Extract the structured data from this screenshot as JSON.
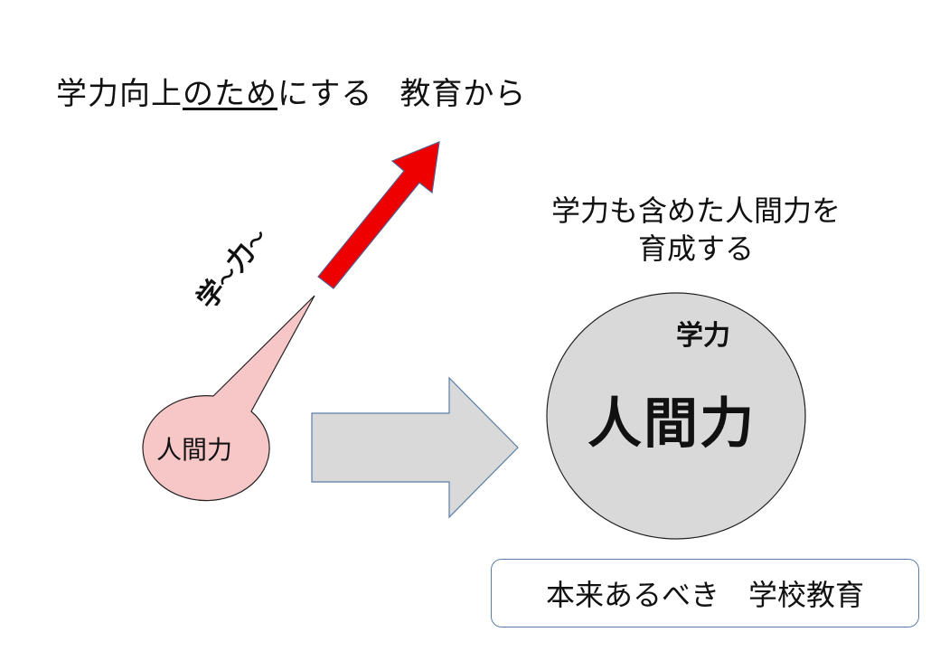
{
  "title": {
    "part1": "学力向上",
    "underlined": "のため",
    "part2": "にする",
    "part3": "教育から"
  },
  "arrow_label": {
    "char1": "学",
    "tilde1": "～",
    "char2": "力",
    "tilde2": "～"
  },
  "small_bubble": {
    "label": "人間力"
  },
  "goal": {
    "line1": "学力も含めた人間力を",
    "line2": "育成する"
  },
  "circle": {
    "small_label": "学力",
    "main_label": "人間力"
  },
  "footer": {
    "label": "本来あるべき　学校教育"
  },
  "colors": {
    "red_arrow": "#ee0000",
    "bubble_fill": "#f7c6c6",
    "gray_fill": "#d9d9d9",
    "box_border": "#5c7ea6"
  }
}
